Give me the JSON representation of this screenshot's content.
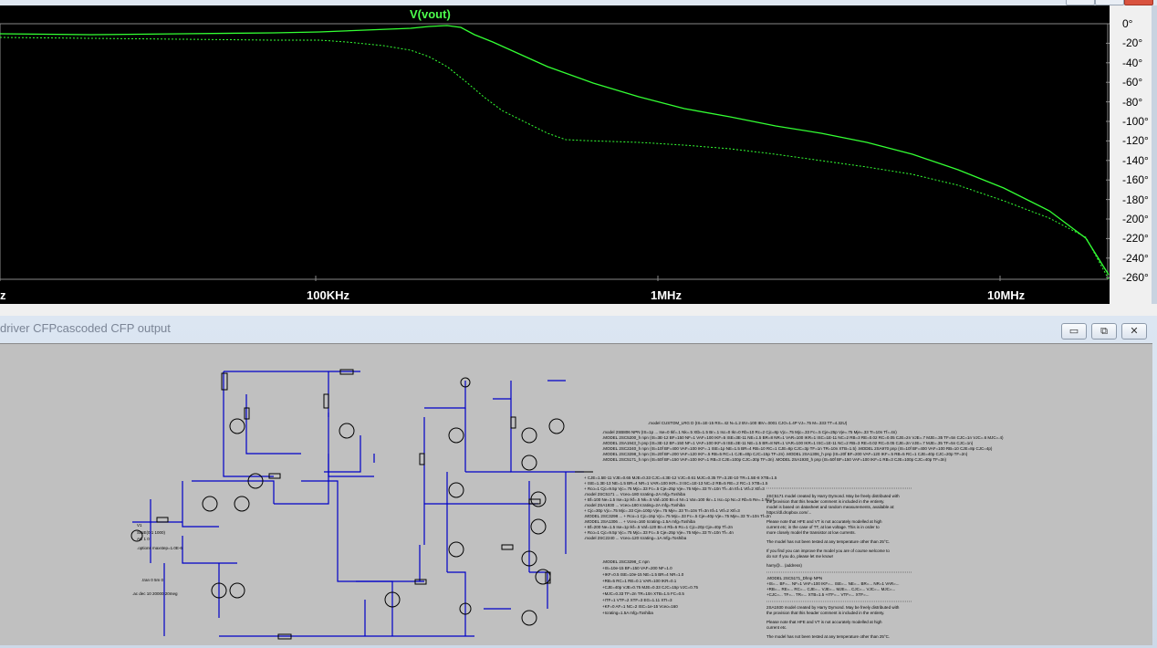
{
  "plot_pane": {
    "trace_name": "V(vout)",
    "y_ticks": [
      "0°",
      "-20°",
      "-40°",
      "-60°",
      "-80°",
      "-100°",
      "-120°",
      "-140°",
      "-160°",
      "-180°",
      "-200°",
      "-220°",
      "-240°",
      "-260°"
    ],
    "x_ticks": [
      "z",
      "100KHz",
      "1MHz",
      "10MHz"
    ],
    "trace_color": "#4dff4d",
    "background": "#000000"
  },
  "schematic_window": {
    "title": "driver CFPcascoded CFP output",
    "minimize_glyph": "▭",
    "restore_glyph": "⧉",
    "close_glyph": "✕",
    "canvas_bg": "#c0c0c0",
    "wire_color": "#0000c8",
    "directive_color": "#000080"
  }
}
